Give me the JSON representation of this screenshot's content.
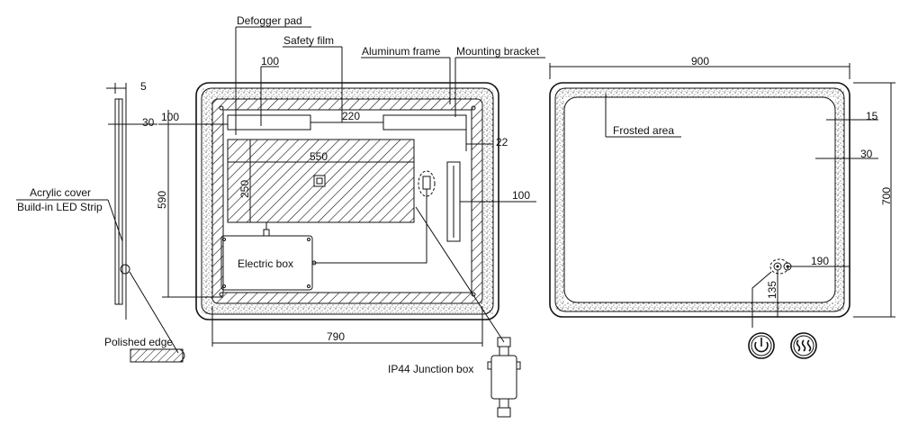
{
  "labels": {
    "defogger_pad": "Defogger pad",
    "safety_film": "Safety film",
    "aluminum_frame": "Aluminum frame",
    "mounting_bracket": "Mounting bracket",
    "acrylic_cover": "Acrylic cover",
    "led_strip": "Build-in LED Strip",
    "electric_box": "Electric box",
    "polished_edge": "Polished edge",
    "junction_box": "IP44 Junction box",
    "frosted_area": "Frosted area"
  },
  "dimensions": {
    "side_thickness": "5",
    "side_depth": "30",
    "pad_offset_left": "100",
    "pad_offset_top": "100",
    "pad_gap": "220",
    "bracket_offset": "22",
    "pad_width": "550",
    "pad_height": "250",
    "back_height": "590",
    "bracket_side": "100",
    "back_width": "790",
    "front_width": "900",
    "front_height": "700",
    "frost_border": "15",
    "frost_band": "30",
    "switch_right": "190",
    "switch_bottom": "135"
  },
  "icons": {
    "power_button": "power-icon",
    "defog_button": "defog-heat-icon"
  }
}
